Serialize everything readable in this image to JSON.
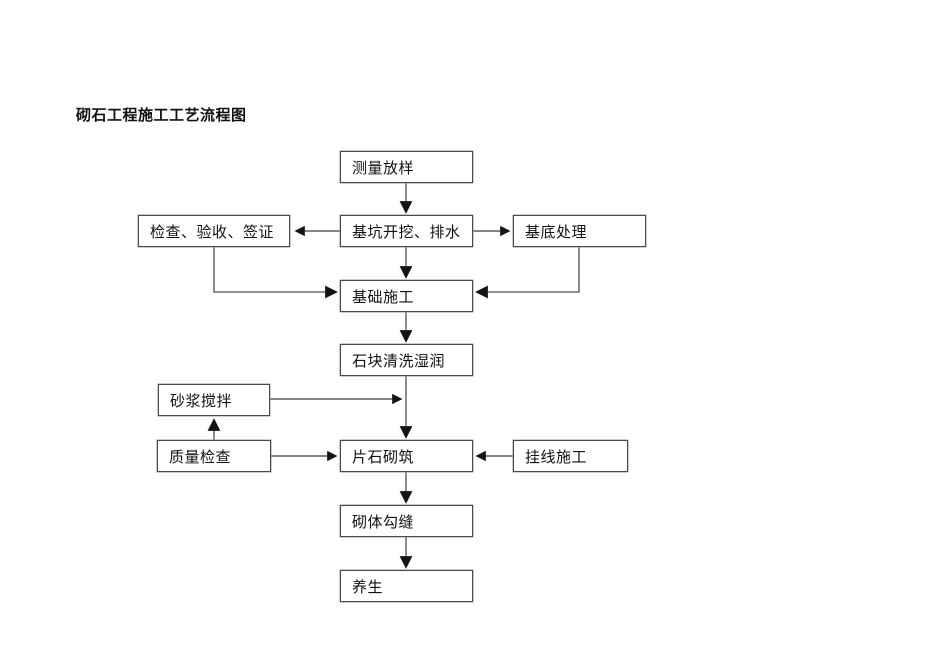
{
  "title": "砌石工程施工工艺流程图",
  "flowchart": {
    "nodes": {
      "survey": {
        "label": "测量放样"
      },
      "excavation": {
        "label": "基坑开挖、排水"
      },
      "inspection": {
        "label": "检查、验收、签证"
      },
      "base_treatment": {
        "label": "基底处理"
      },
      "foundation": {
        "label": "基础施工"
      },
      "stone_cleaning": {
        "label": "石块清洗湿润"
      },
      "mortar_mixing": {
        "label": "砂浆搅拌"
      },
      "quality_check": {
        "label": "质量检查"
      },
      "stone_masonry": {
        "label": "片石砌筑"
      },
      "line_hanging": {
        "label": "挂线施工"
      },
      "jointing": {
        "label": "砌体勾缝"
      },
      "curing": {
        "label": "养生"
      }
    },
    "edges": [
      {
        "from": "survey",
        "to": "excavation"
      },
      {
        "from": "excavation",
        "to": "inspection"
      },
      {
        "from": "excavation",
        "to": "base_treatment"
      },
      {
        "from": "excavation",
        "to": "foundation"
      },
      {
        "from": "inspection",
        "to": "foundation"
      },
      {
        "from": "base_treatment",
        "to": "foundation"
      },
      {
        "from": "foundation",
        "to": "stone_cleaning"
      },
      {
        "from": "stone_cleaning",
        "to": "stone_masonry"
      },
      {
        "from": "mortar_mixing",
        "to": "stone_masonry"
      },
      {
        "from": "quality_check",
        "to": "mortar_mixing"
      },
      {
        "from": "quality_check",
        "to": "stone_masonry"
      },
      {
        "from": "line_hanging",
        "to": "stone_masonry"
      },
      {
        "from": "stone_masonry",
        "to": "jointing"
      },
      {
        "from": "jointing",
        "to": "curing"
      }
    ]
  },
  "colors": {
    "background": "#ffffff",
    "box_border": "#4a4a4a",
    "line": "#6e6e6e",
    "arrowhead": "#141414",
    "text": "#111111"
  }
}
